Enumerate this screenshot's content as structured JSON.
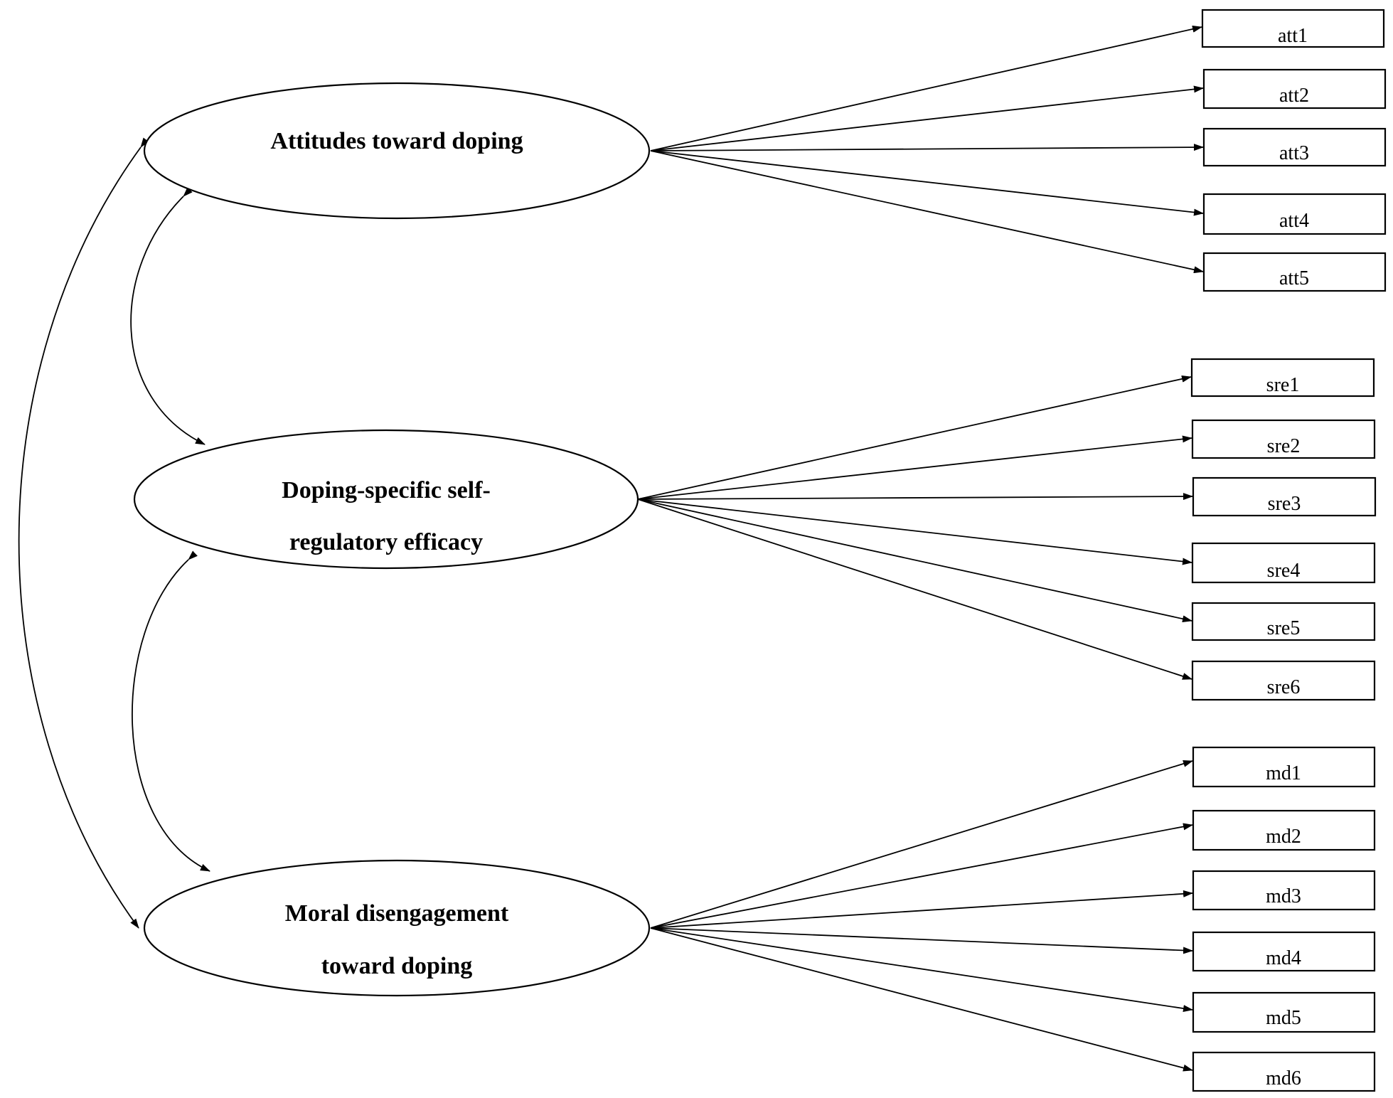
{
  "factors": [
    {
      "id": "att",
      "label_lines": [
        "Attitudes toward doping"
      ],
      "indicators": [
        "att1",
        "att2",
        "att3",
        "att4",
        "att5"
      ]
    },
    {
      "id": "sre",
      "label_lines": [
        "Doping-specific self-",
        "regulatory efficacy"
      ],
      "indicators": [
        "sre1",
        "sre2",
        "sre3",
        "sre4",
        "sre5",
        "sre6"
      ]
    },
    {
      "id": "md",
      "label_lines": [
        "Moral disengagement",
        "toward doping"
      ],
      "indicators": [
        "md1",
        "md2",
        "md3",
        "md4",
        "md5",
        "md6"
      ]
    }
  ],
  "correlations": [
    [
      "att",
      "sre"
    ],
    [
      "sre",
      "md"
    ],
    [
      "att",
      "md"
    ]
  ]
}
